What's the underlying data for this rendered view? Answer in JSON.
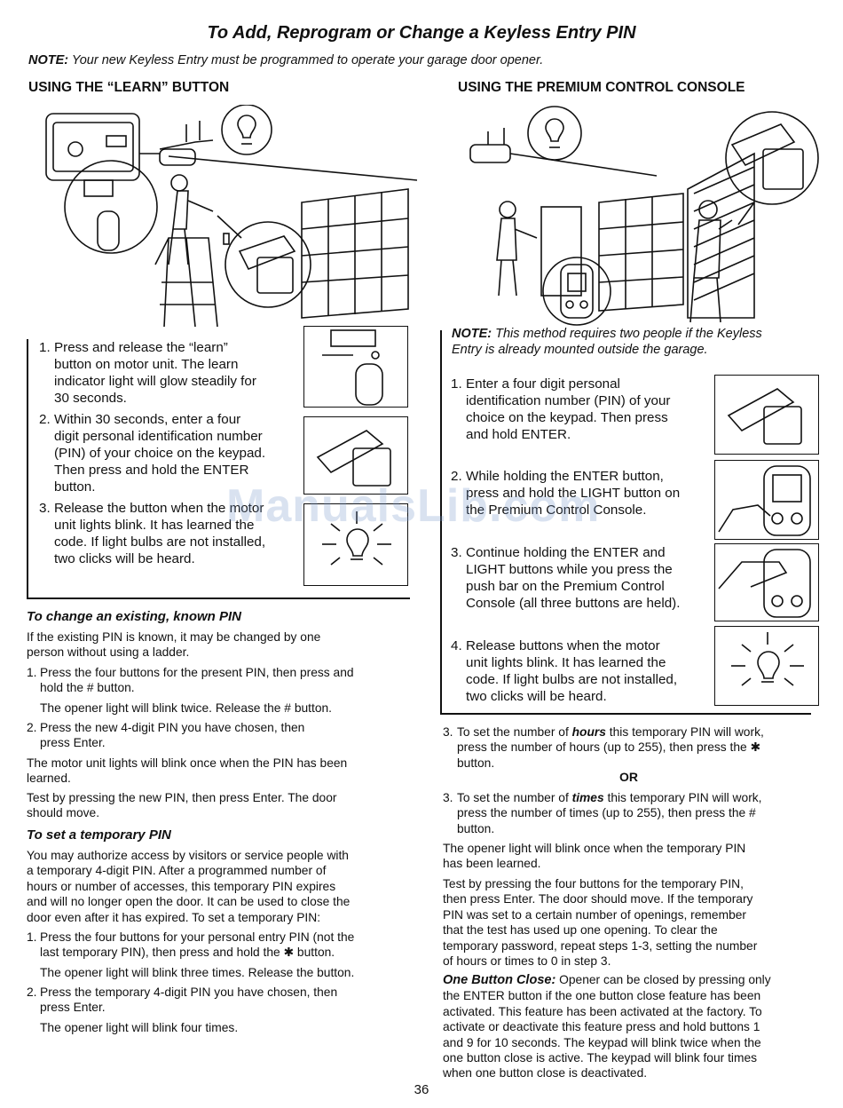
{
  "title": "To Add, Reprogram or Change a Keyless Entry PIN",
  "note_top": {
    "label": "NOTE:",
    "text": " Your new Keyless Entry must be programmed to operate your garage door opener."
  },
  "left": {
    "heading": "USING THE “LEARN” BUTTON",
    "steps": [
      {
        "num": "1.",
        "lines": [
          "Press and release the “learn”",
          "button on motor unit. The learn",
          "indicator light will glow steadily for",
          "30 seconds."
        ]
      },
      {
        "num": "2.",
        "lines": [
          "Within 30 seconds, enter a four",
          "digit personal identification number",
          "(PIN) of your choice on the keypad.",
          "Then press and hold the ENTER",
          "button."
        ]
      },
      {
        "num": "3.",
        "lines": [
          "Release the button when the motor",
          "unit lights blink. It has learned the",
          "code. If light bulbs are not installed,",
          "two clicks will be heard."
        ]
      }
    ],
    "change_heading": "To change an existing, known PIN",
    "change_intro": [
      "If the existing PIN is known, it may be changed by one",
      "person without using a ladder."
    ],
    "change_steps": [
      {
        "num": "1.",
        "lines": [
          "Press the four buttons for the present PIN, then press and",
          "hold the # button."
        ],
        "after": "The opener light will blink twice. Release the # button."
      },
      {
        "num": "2.",
        "lines": [
          "Press the new 4-digit PIN you have chosen, then",
          "press Enter."
        ],
        "after": ""
      }
    ],
    "change_p1": [
      "The motor unit lights will blink once when the PIN has been",
      "learned."
    ],
    "change_p2": [
      "Test by pressing the new PIN, then press Enter. The door",
      "should move."
    ],
    "temp_heading": "To set a temporary PIN",
    "temp_intro": [
      "You may authorize access by visitors or service people with",
      "a temporary 4-digit PIN. After a programmed number of",
      "hours or number of accesses, this temporary PIN expires",
      "and will no longer open the door. It can be used to close the",
      "door even after it has expired. To set a temporary PIN:"
    ],
    "temp_steps": [
      {
        "num": "1.",
        "lines": [
          "Press the four buttons for your personal entry PIN (not the",
          "last temporary PIN), then press and hold the ✱ button."
        ],
        "after": "The opener light will blink three times. Release the button."
      },
      {
        "num": "2.",
        "lines": [
          "Press the temporary 4-digit PIN you have chosen, then",
          "press Enter."
        ],
        "after": "The opener light will blink four times."
      }
    ]
  },
  "right": {
    "heading": "USING THE PREMIUM CONTROL CONSOLE",
    "note_label": "NOTE:",
    "note_lines": [
      " This method requires two people if the Keyless",
      "Entry is already mounted outside the garage."
    ],
    "steps": [
      {
        "num": "1.",
        "lines": [
          "Enter a four digit personal",
          "identification number (PIN) of your",
          "choice on the keypad. Then press",
          "and hold ENTER."
        ]
      },
      {
        "num": "2.",
        "lines": [
          "While holding the ENTER button,",
          "press and hold the LIGHT button on",
          "the Premium Control Console."
        ]
      },
      {
        "num": "3.",
        "lines": [
          "Continue holding the ENTER and",
          "LIGHT buttons while you press the",
          "push bar on the Premium Control",
          "Console (all three buttons are held)."
        ]
      },
      {
        "num": "4.",
        "lines": [
          "Release buttons when the motor",
          "unit lights blink. It has learned the",
          "code. If light bulbs are not installed,",
          "two clicks will be heard."
        ]
      }
    ],
    "hours_step": {
      "num": "3.",
      "pre": "To set the number of ",
      "em": "hours",
      "post": " this temporary PIN will work,",
      "lines": [
        "press the number of hours (up to 255), then press the ✱",
        "button."
      ]
    },
    "or": "OR",
    "times_step": {
      "num": "3.",
      "pre": "To set the number of ",
      "em": "times",
      "post": " this temporary PIN will work,",
      "lines": [
        "press the number of times (up to 255), then press the #",
        "button."
      ]
    },
    "p_blink": [
      "The opener light will blink once when the temporary PIN",
      "has been learned."
    ],
    "p_test": [
      "Test by pressing the four buttons for the temporary PIN,",
      "then press Enter. The door should move. If the temporary",
      "PIN was set to a certain number of openings, remember",
      "that the test has used up one opening. To clear the",
      "temporary password, repeat steps 1-3, setting the number",
      "of hours or times to 0 in step 3."
    ],
    "one_button_label": "One Button Close:",
    "one_button_lines": [
      " Opener can be closed by pressing only",
      "the ENTER button if the one button close feature has been",
      "activated. This feature has been activated at the factory. To",
      "activate or deactivate this feature press and hold buttons 1",
      "and 9 for 10 seconds. The keypad will blink twice when the",
      "one button close is active. The keypad will blink four times",
      "when one button close is deactivated."
    ]
  },
  "watermark": "ManualsLib.com",
  "page_number": "36"
}
